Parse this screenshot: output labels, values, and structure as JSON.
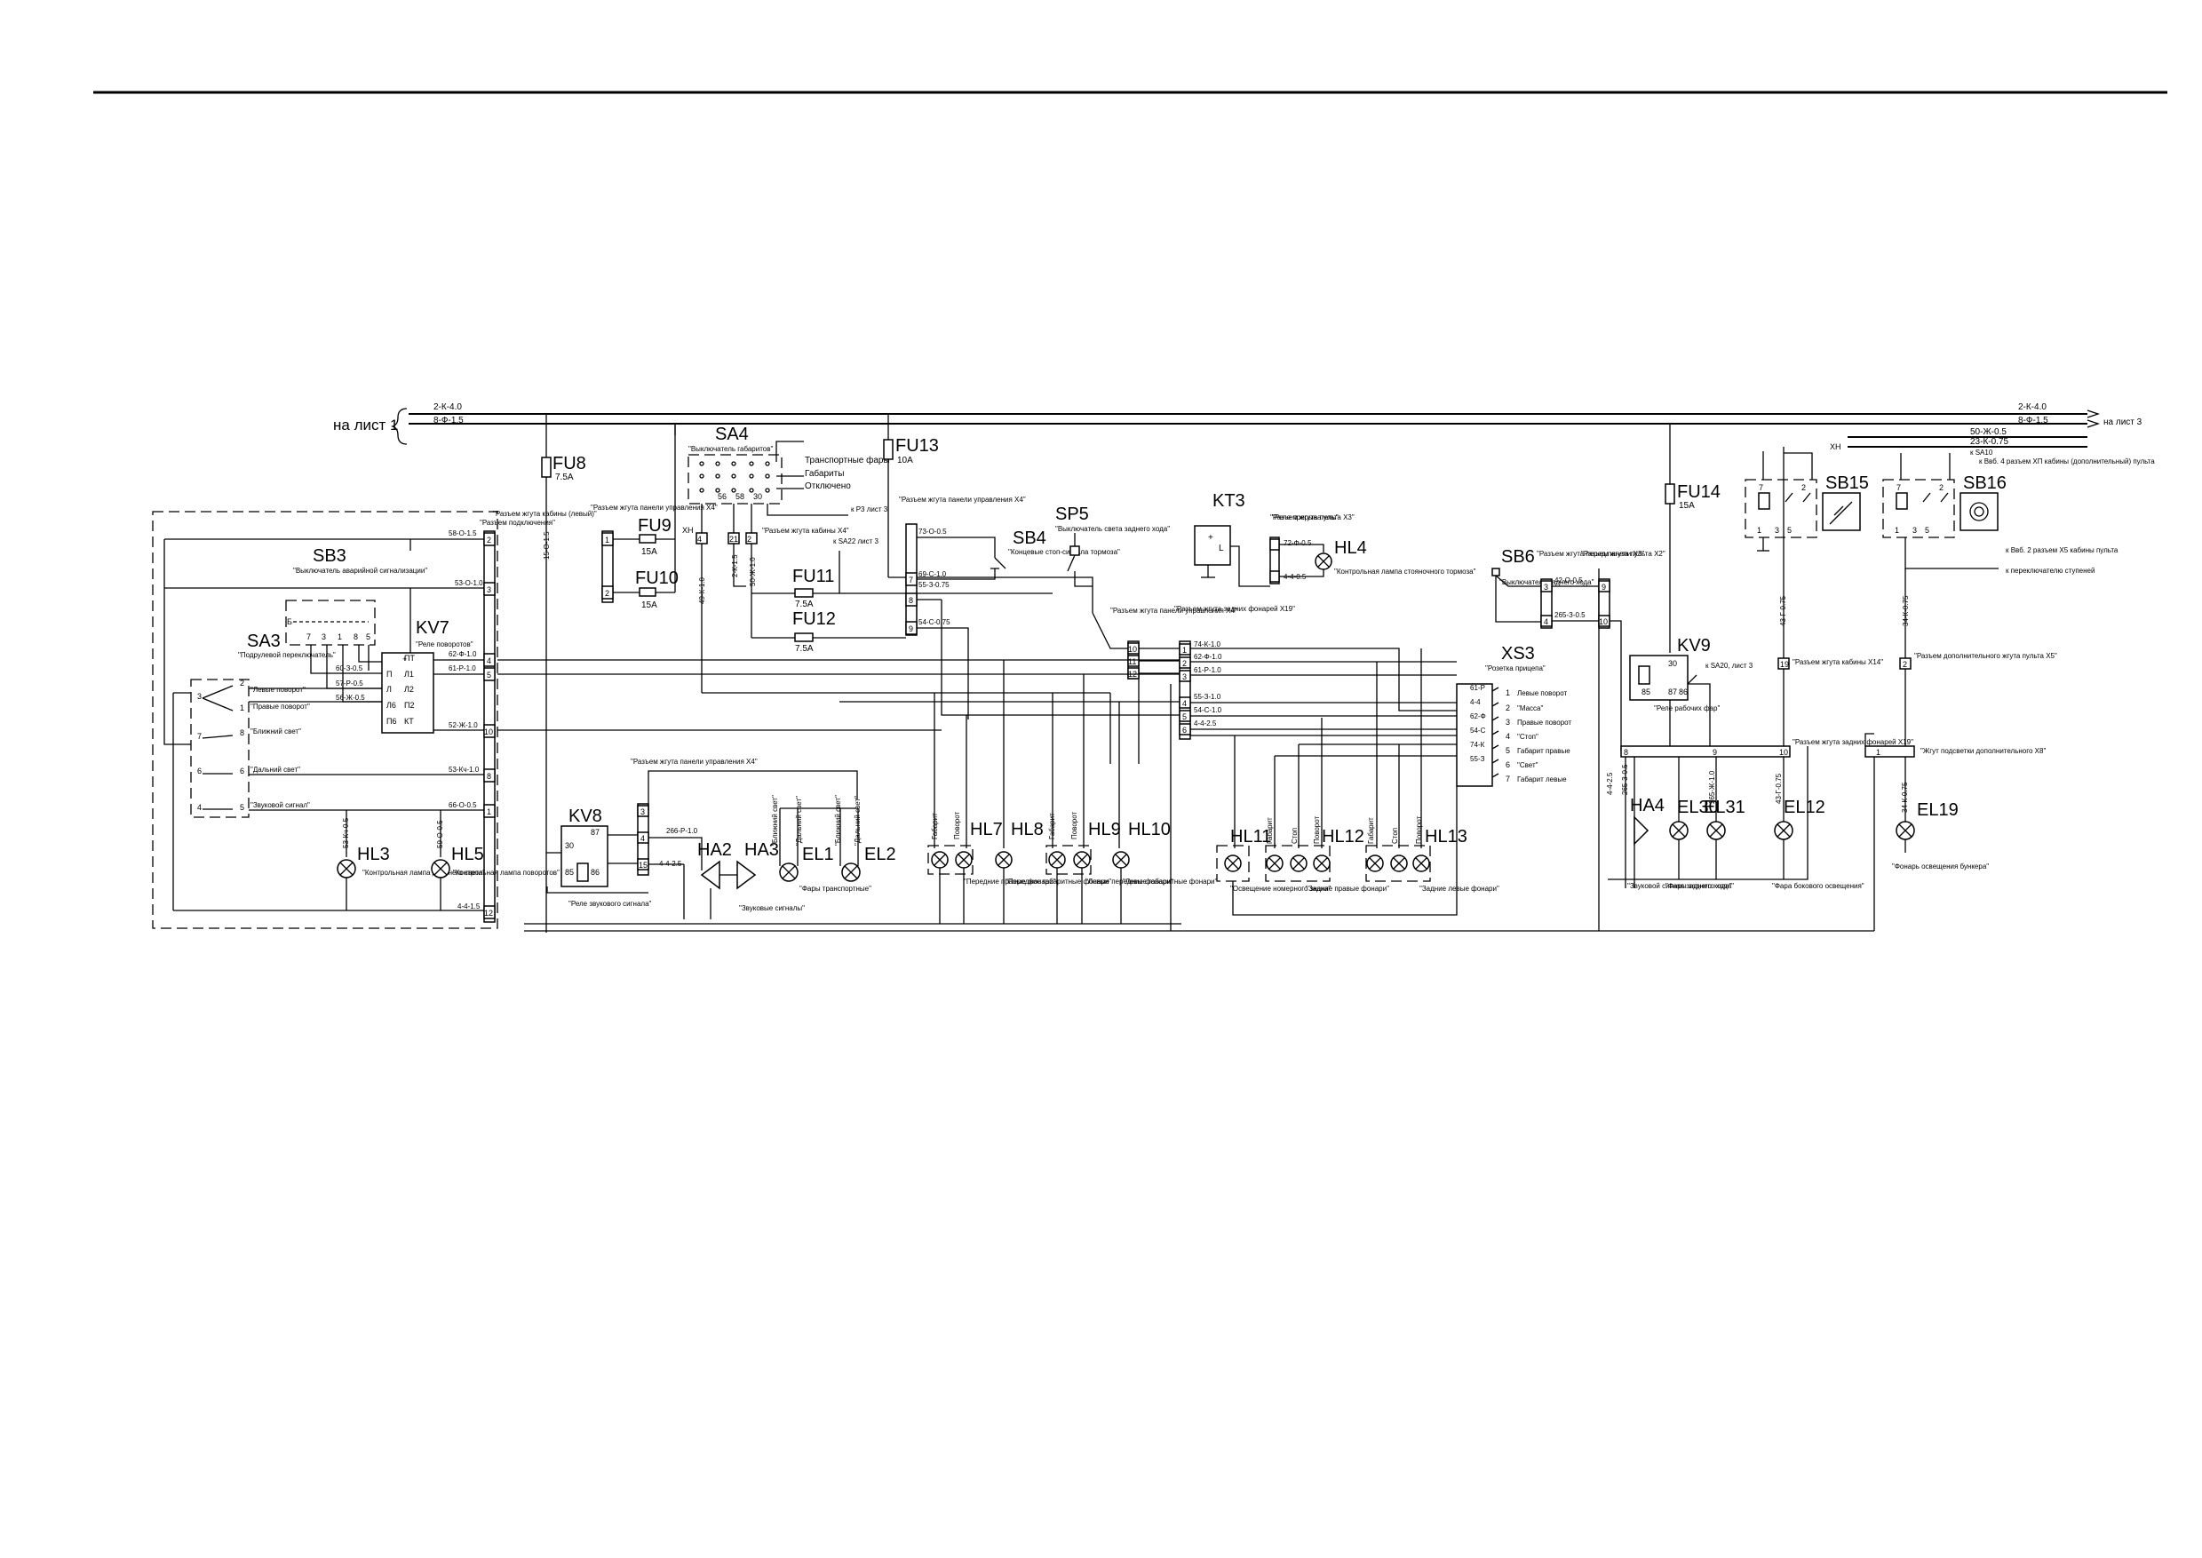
{
  "sheet_ref_left": "на лист 1",
  "sheet_ref_right": "на лист 3",
  "buses": [
    {
      "id": "b1",
      "wire_left": "2-К-4.0",
      "wire_right": "2-К-4.0"
    },
    {
      "id": "b2",
      "wire_left": "8-Ф-1.5",
      "wire_right": "8-Ф-1.5"
    },
    {
      "id": "b3",
      "wire_right": "50-Ж-0.5",
      "note": "к SA10"
    },
    {
      "id": "b4",
      "wire_right": "23-К-0.75",
      "note": "к Ввб. 4"
    }
  ],
  "right_notes": [
    "к SA10",
    "к Ввб. 4 разъем ХП кабины (дополнительный) пульта",
    "к Ввб. 2 разъем Х5 кабины пульта",
    "к переключателю ступеней"
  ],
  "connector_left": {
    "title": "\"Разъем жгута кабины (левый)\"",
    "title2": "\"Разъем подключения\"",
    "pins": [
      {
        "n": "2",
        "wire": "58-О-1.5"
      },
      {
        "n": "3",
        "wire": "53-О-1.0"
      },
      {
        "n": "4",
        "wire": "62-Ф-1.0"
      },
      {
        "n": "5",
        "wire": "61-Р-1.0"
      },
      {
        "n": "10",
        "wire": "52-Ж-1.0"
      },
      {
        "n": "8",
        "wire": "53-Кч-1.0"
      },
      {
        "n": "1",
        "wire": "66-О-0.5"
      },
      {
        "n": "12",
        "wire": "4-4-1.5"
      }
    ]
  },
  "sb3": {
    "name": "SB3",
    "desc": "\"Выключатель аварийной сигнализации\""
  },
  "sa3": {
    "name": "SA3",
    "desc": "\"Подрулевой переключатель\"",
    "positions": [
      {
        "n": "2",
        "desc": "\"Левые поворот\""
      },
      {
        "n": "1",
        "desc": "\"Правые поворот\""
      },
      {
        "n": "8",
        "desc": "\"Ближний свет\""
      },
      {
        "n": "6",
        "desc": "\"Дальний свет\""
      },
      {
        "n": "5",
        "desc": "\"Звуковой сигнал\""
      }
    ]
  },
  "kv7": {
    "name": "KV7",
    "desc": "\"Реле поворотов\"",
    "pins": [
      "ПТ",
      "Л1",
      "Л2",
      "П2",
      "КТ"
    ],
    "wires": [
      "60-З-0.5",
      "57-Р-0.5",
      "56-Ж-0.5"
    ]
  },
  "fu8": {
    "name": "FU8",
    "rating": "7.5А",
    "wire": "15-О-1.5"
  },
  "fu9": {
    "name": "FU9",
    "rating": "15А"
  },
  "fu10": {
    "name": "FU10",
    "rating": "15А"
  },
  "fu11": {
    "name": "FU11",
    "rating": "7.5А"
  },
  "fu12": {
    "name": "FU12",
    "rating": "7.5А"
  },
  "fu13": {
    "name": "FU13",
    "rating": "10А"
  },
  "fu14": {
    "name": "FU14",
    "rating": "15А"
  },
  "x4_block": {
    "desc": "\"Разъем жгута панели управления Х4\"",
    "pins": [
      "1",
      "2"
    ]
  },
  "sa4": {
    "name": "SA4",
    "desc": "\"Выключатель габаритов\"",
    "pins": [
      "56",
      "58",
      "30"
    ],
    "modes": [
      "Транспортные фары",
      "Габариты",
      "Отключено"
    ],
    "wires": [
      "49-К-1.0",
      "2-К-1.5",
      "50-Ж-1.0"
    ],
    "pin_nums": [
      "4",
      "21",
      "2"
    ],
    "x_note": "\"Разъем жгута кабины Х4\"",
    "x_label": "ХН"
  },
  "to_p3": "к Р3 лист 3",
  "to_sa22": "к SA22 лист 3",
  "sb4": {
    "name": "SB4",
    "desc": "\"Концевые стоп-сигнала тормоза\""
  },
  "sp5": {
    "name": "SP5",
    "desc": "\"Выключатель света заднего хода\""
  },
  "x4b": {
    "desc": "\"Разъем жгута панели управления Х4\"",
    "pins": [
      "7",
      "8",
      "9"
    ],
    "wires": [
      "73-О-0.5",
      "69-С-1.0",
      "55-З-0.75",
      "54-С-0.75"
    ]
  },
  "x4c": {
    "desc": "\"Разъем жгута панели управления Х4\"",
    "pins": [
      "10",
      "11",
      "12"
    ]
  },
  "kt3": {
    "name": "KT3",
    "desc": "\"Реле прерыватель\""
  },
  "hl4": {
    "name": "HL4",
    "desc": "\"Контрольная лампа стояночного тормоза\"",
    "wires": [
      "72-Ф-0.5",
      "4-4-0.5"
    ],
    "x": "\"Разъем жгута пульта Х3\""
  },
  "x19": {
    "desc": "\"Разъем жгута задних фонарей Х19\"",
    "pins": [
      "1",
      "2",
      "3",
      "4",
      "5",
      "6"
    ],
    "wires": [
      "74-К-1.0",
      "62-Ф-1.0",
      "61-Р-1.0",
      "55-З-1.0",
      "54-С-1.0",
      "4-4-2.5"
    ]
  },
  "xs3": {
    "name": "XS3",
    "desc": "\"Розетка прицепа\"",
    "pins": [
      {
        "n": "1",
        "wire": "61-Р",
        "desc": "Левые поворот"
      },
      {
        "n": "2",
        "wire": "4-4",
        "desc": "\"Масса\""
      },
      {
        "n": "3",
        "wire": "62-Ф",
        "desc": "Правые поворот"
      },
      {
        "n": "4",
        "wire": "54-С",
        "desc": "\"Стоп\""
      },
      {
        "n": "5",
        "wire": "74-К",
        "desc": "Габарит правые"
      },
      {
        "n": "6",
        "wire": "55-З",
        "desc": "\"Свет\""
      },
      {
        "n": "7",
        "wire": "",
        "desc": "Габарит левые"
      }
    ]
  },
  "kv8": {
    "name": "KV8",
    "desc": "\"Реле звукового сигнала\"",
    "pins": [
      "30",
      "87",
      "85",
      "86"
    ],
    "x_desc": "\"Разъем жгута панели управления Х4\"",
    "x_pins": [
      "3",
      "4",
      "15"
    ],
    "wires": [
      "266-Р-1.0",
      "4-4-2.5"
    ]
  },
  "ha2": {
    "name": "HA2"
  },
  "ha3": {
    "name": "HA3",
    "desc": "\"Звуковые сигналы\""
  },
  "el1": {
    "name": "EL1",
    "tag1": "\"Ближний свет\"",
    "tag2": "\"Дальний свет\""
  },
  "el2": {
    "name": "EL2",
    "tag1": "\"Ближний свет\"",
    "tag2": "\"Дальний свет\"",
    "desc": "\"Фары транспортные\""
  },
  "hl3": {
    "name": "HL3",
    "wire": "53-Кч-0.5",
    "desc": "\"Контрольная лампа дальнего света\""
  },
  "hl5": {
    "name": "HL5",
    "wire": "59-О-0.5",
    "desc": "\"Контрольная лампа поворотов\""
  },
  "hl7": {
    "name": "HL7",
    "tags": [
      "Габарит",
      "Поворот"
    ]
  },
  "hl8": {
    "name": "HL8",
    "desc": "\"Передние габаритные фонари\""
  },
  "hl9": {
    "name": "HL9",
    "tags": [
      "Габарит",
      "Поворот"
    ]
  },
  "hl10": {
    "name": "HL10",
    "desc": "\"Левые габаритные фонари\""
  },
  "hl7_desc": "\"Передние правые фонари\"",
  "hl9_desc": "\"Левые передние фонари\"",
  "hl11": {
    "name": "HL11",
    "desc": "\"Освещение номерного знака\""
  },
  "hl12": {
    "name": "HL12",
    "tags": [
      "Габарит",
      "Стоп",
      "Поворот"
    ],
    "desc": "\"Задние правые фонари\""
  },
  "hl13": {
    "name": "HL13",
    "tags": [
      "Габарит",
      "Стоп",
      "Поворот"
    ],
    "desc": "\"Задние левые фонари\""
  },
  "sb6": {
    "name": "SB6",
    "desc": "\"Выключатель заднего хода\"",
    "x": "\"Разъем жгута перед.панели Х3\"",
    "pins": [
      "3",
      "4"
    ],
    "wires": [
      "42-О-0.5",
      "265-З-0.5"
    ]
  },
  "x2": {
    "desc": "\"Разъем жгута пульта Х2\"",
    "pins": [
      "9",
      "10"
    ]
  },
  "kv9": {
    "name": "KV9",
    "desc": "\"Реле рабочих фар\"",
    "pins": [
      "30",
      "87",
      "85",
      "86"
    ],
    "note": "к SA20, лист 3"
  },
  "x14": {
    "desc": "\"Разъем жгута кабины Х14\"",
    "pin": "19",
    "wire": "43-Г-0.75"
  },
  "x12": {
    "desc": "\"Разъем жгута задних фонарей Х19\"",
    "pins": [
      "8",
      "9",
      "10"
    ],
    "wires": [
      "4-4-2.5",
      "265-З-0.5",
      "265-Ж-1.0",
      "43-Г-0.75"
    ]
  },
  "ha4": {
    "name": "HA4",
    "desc": "\"Звуковой сигнал заднего хода\""
  },
  "el30": {
    "name": "EL30"
  },
  "el31": {
    "name": "EL31",
    "desc": "\"Фары заднего хода\""
  },
  "el12": {
    "name": "EL12",
    "desc": "\"Фара бокового освещения\""
  },
  "sb15": {
    "name": "SB15",
    "pins": [
      "7",
      "1",
      "3",
      "5",
      "2"
    ]
  },
  "sb16": {
    "name": "SB16",
    "pins": [
      "7",
      "1",
      "3",
      "5",
      "2"
    ]
  },
  "x5": {
    "desc": "\"Разъем дополнительного жгута пульта Х5\"",
    "pin": "2",
    "wire": "34-К-0.75"
  },
  "x13": {
    "desc": "\"Жгут подсветки дополнительного Х8\"",
    "pin": "1",
    "wire": "34-К-0.75"
  },
  "el19": {
    "name": "EL19",
    "desc": "\"Фонарь освещения бункера\""
  },
  "x14_label": "ХН"
}
